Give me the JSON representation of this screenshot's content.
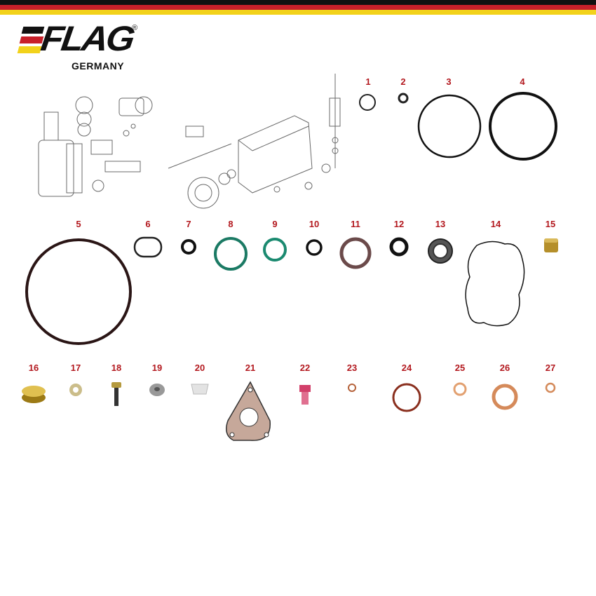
{
  "brand": {
    "name": "FLAG",
    "subtitle": "GERMANY",
    "registered": "®"
  },
  "colors": {
    "black": "#111111",
    "red": "#c8202a",
    "gold": "#f2d21b",
    "label": "#b3191f"
  },
  "parts": [
    {
      "number": "1"
    },
    {
      "number": "2"
    },
    {
      "number": "3"
    },
    {
      "number": "4"
    },
    {
      "number": "5"
    },
    {
      "number": "6"
    },
    {
      "number": "7"
    },
    {
      "number": "8"
    },
    {
      "number": "9"
    },
    {
      "number": "10"
    },
    {
      "number": "11"
    },
    {
      "number": "12"
    },
    {
      "number": "13"
    },
    {
      "number": "14"
    },
    {
      "number": "15"
    },
    {
      "number": "16"
    },
    {
      "number": "17"
    },
    {
      "number": "18"
    },
    {
      "number": "19"
    },
    {
      "number": "20"
    },
    {
      "number": "21"
    },
    {
      "number": "22"
    },
    {
      "number": "23"
    },
    {
      "number": "24"
    },
    {
      "number": "25"
    },
    {
      "number": "26"
    },
    {
      "number": "27"
    }
  ]
}
